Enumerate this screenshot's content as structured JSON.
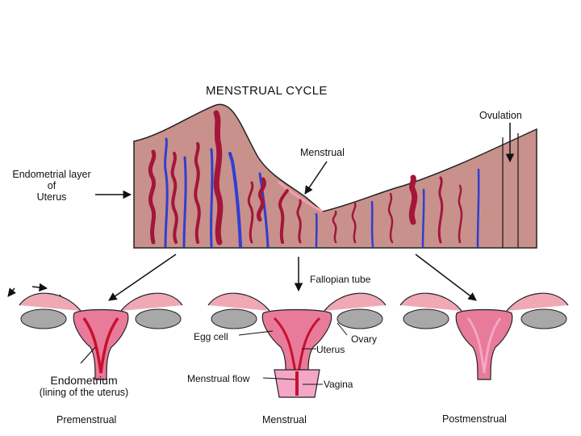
{
  "title": "MENSTRUAL CYCLE",
  "labels": {
    "ovulation": "Ovulation",
    "menstrual_top": "Menstrual",
    "endometrial_line1": "Endometrial layer",
    "endometrial_line2": "of",
    "endometrial_line3": "Uterus",
    "fallopian_tube": "Fallopian tube",
    "egg_cell": "Egg cell",
    "ovary": "Ovary",
    "uterus": "Uterus",
    "menstrual_flow": "Menstrual flow",
    "vagina": "Vagina",
    "endometrium": "Endometrium",
    "endometrium_sub": "(lining of the uterus)"
  },
  "phases": [
    "Premenstrual",
    "Menstrual",
    "Postmenstrual"
  ],
  "colors": {
    "tissue": "#c8918c",
    "artery": "#a3163a",
    "vein": "#2f3fd0",
    "uterus": "#e87a9a",
    "tube": "#f0a8b5",
    "ovary": "#a8a8a8",
    "blood": "#c8102e"
  }
}
